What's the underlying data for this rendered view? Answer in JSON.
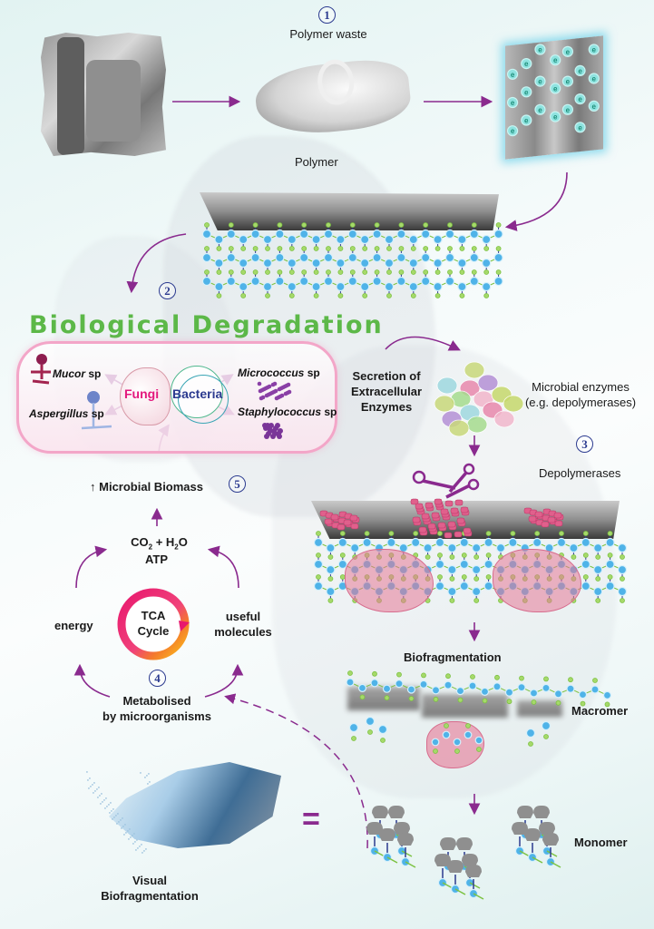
{
  "steps": {
    "s1": "1",
    "s2": "2",
    "s3": "3",
    "s4": "4",
    "s5": "5"
  },
  "top": {
    "polymer_waste": "Polymer waste",
    "polymer": "Polymer"
  },
  "bio_deg": {
    "title": "Biological Degradation",
    "fungi": "Fungi",
    "bacteria": "Bacteria",
    "mucor": "Mucor",
    "aspergillus": "Aspergillus",
    "micrococcus": "Micrococcus",
    "staphylococcus": "Staphylococcus",
    "sp": " sp"
  },
  "enzymes": {
    "secretion": [
      "Secretion of",
      "Extracellular",
      "Enzymes"
    ],
    "microbial": [
      "Microbial enzymes",
      "(e.g. depolymerases)"
    ],
    "depolymerases": "Depolymerases"
  },
  "metabolism": {
    "biomass": "Microbial Biomass",
    "biomass_arrow": "↑",
    "co2": "CO",
    "sub2": "2",
    "plus_h": " + H",
    "o": "O",
    "atp": "ATP",
    "energy": "energy",
    "useful": [
      "useful",
      "molecules"
    ],
    "tca": [
      "TCA",
      "Cycle"
    ],
    "metabolised": [
      "Metabolised",
      "by microorganisms"
    ]
  },
  "fragmentation": {
    "biofragmentation": "Biofragmentation",
    "macromer": "Macromer",
    "monomer": "Monomer",
    "visual": [
      "Visual",
      "Biofragmentation"
    ],
    "equals": "="
  },
  "colors": {
    "arrow": "#8a2a8e",
    "title_green": "#5cb848",
    "step_blue": "#2b3a8f",
    "pill_border": "#f3a6c8",
    "fungi_pink": "#e3187d",
    "bacteria_blue": "#2b3a8f",
    "atom_blue": "#4fb3e8",
    "bond_green": "#7cc242",
    "enzyme_pink": "#e0608c"
  }
}
